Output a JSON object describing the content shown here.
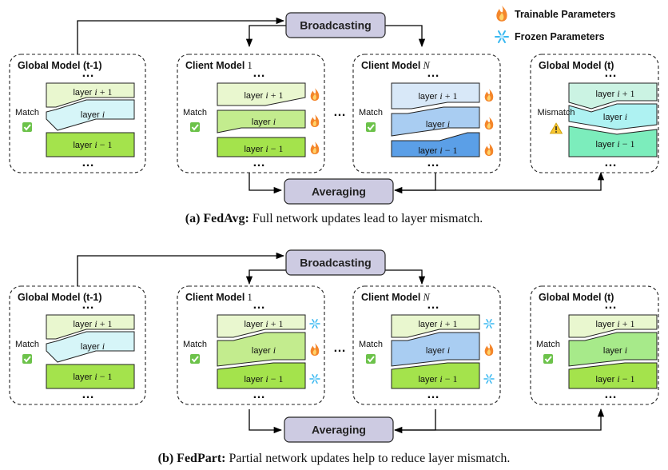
{
  "legend": {
    "trainable": "Trainable Parameters",
    "frozen": "Frozen Parameters"
  },
  "labels": {
    "broadcasting": "Broadcasting",
    "averaging": "Averaging",
    "match": "Match",
    "mismatch": "Mismatch",
    "dots": "…"
  },
  "panel_a": {
    "caption_bold": "(a) FedAvg:",
    "caption_rest": " Full network updates lead to layer mismatch.",
    "models": [
      {
        "title": "Global Model (t-1)",
        "title_var": "",
        "status": "match",
        "layers": [
          {
            "label": "layer i+1",
            "color": "#e9f7cf",
            "param": "none"
          },
          {
            "label": "layer i",
            "color": "#d6f5f8",
            "param": "none"
          },
          {
            "label": "layer i−1",
            "color": "#a4e34c",
            "param": "none"
          }
        ]
      },
      {
        "title": "Client Model",
        "title_var": "1",
        "status": "match",
        "layers": [
          {
            "label": "layer i+1",
            "color": "#e9f7cf",
            "param": "trainable"
          },
          {
            "label": "layer i",
            "color": "#c3ec8e",
            "param": "trainable"
          },
          {
            "label": "layer i−1",
            "color": "#a4e34c",
            "param": "trainable"
          }
        ]
      },
      {
        "title": "Client Model",
        "title_var": "N",
        "status": "match",
        "layers": [
          {
            "label": "layer i+1",
            "color": "#d8e8f8",
            "param": "trainable"
          },
          {
            "label": "layer i",
            "color": "#a9cdf2",
            "param": "trainable"
          },
          {
            "label": "layer i−1",
            "color": "#5b9fe7",
            "param": "trainable"
          }
        ]
      },
      {
        "title": "Global Model (t)",
        "title_var": "",
        "status": "mismatch",
        "layers": [
          {
            "label": "layer i+1",
            "color": "#cbf3e3",
            "param": "none"
          },
          {
            "label": "layer i",
            "color": "#aef2f2",
            "param": "none"
          },
          {
            "label": "layer i−1",
            "color": "#7cedbc",
            "param": "none"
          }
        ]
      }
    ]
  },
  "panel_b": {
    "caption_bold": "(b) FedPart:",
    "caption_rest": " Partial network updates help to reduce layer mismatch.",
    "models": [
      {
        "title": "Global Model (t-1)",
        "title_var": "",
        "status": "match",
        "layers": [
          {
            "label": "layer i+1",
            "color": "#e9f7cf",
            "param": "none"
          },
          {
            "label": "layer i",
            "color": "#d6f5f8",
            "param": "none"
          },
          {
            "label": "layer i−1",
            "color": "#a4e34c",
            "param": "none"
          }
        ]
      },
      {
        "title": "Client Model",
        "title_var": "1",
        "status": "match",
        "layers": [
          {
            "label": "layer i+1",
            "color": "#e9f7cf",
            "param": "frozen"
          },
          {
            "label": "layer i",
            "color": "#c3ec8e",
            "param": "trainable"
          },
          {
            "label": "layer i−1",
            "color": "#a4e34c",
            "param": "frozen"
          }
        ]
      },
      {
        "title": "Client Model",
        "title_var": "N",
        "status": "match",
        "layers": [
          {
            "label": "layer i+1",
            "color": "#e9f7cf",
            "param": "frozen"
          },
          {
            "label": "layer i",
            "color": "#a9cdf2",
            "param": "trainable"
          },
          {
            "label": "layer i−1",
            "color": "#a4e34c",
            "param": "frozen"
          }
        ]
      },
      {
        "title": "Global Model (t)",
        "title_var": "",
        "status": "match",
        "layers": [
          {
            "label": "layer i+1",
            "color": "#e9f7cf",
            "param": "none"
          },
          {
            "label": "layer i",
            "color": "#a7ea8a",
            "param": "none"
          },
          {
            "label": "layer i−1",
            "color": "#a4e34c",
            "param": "none"
          }
        ]
      }
    ]
  }
}
